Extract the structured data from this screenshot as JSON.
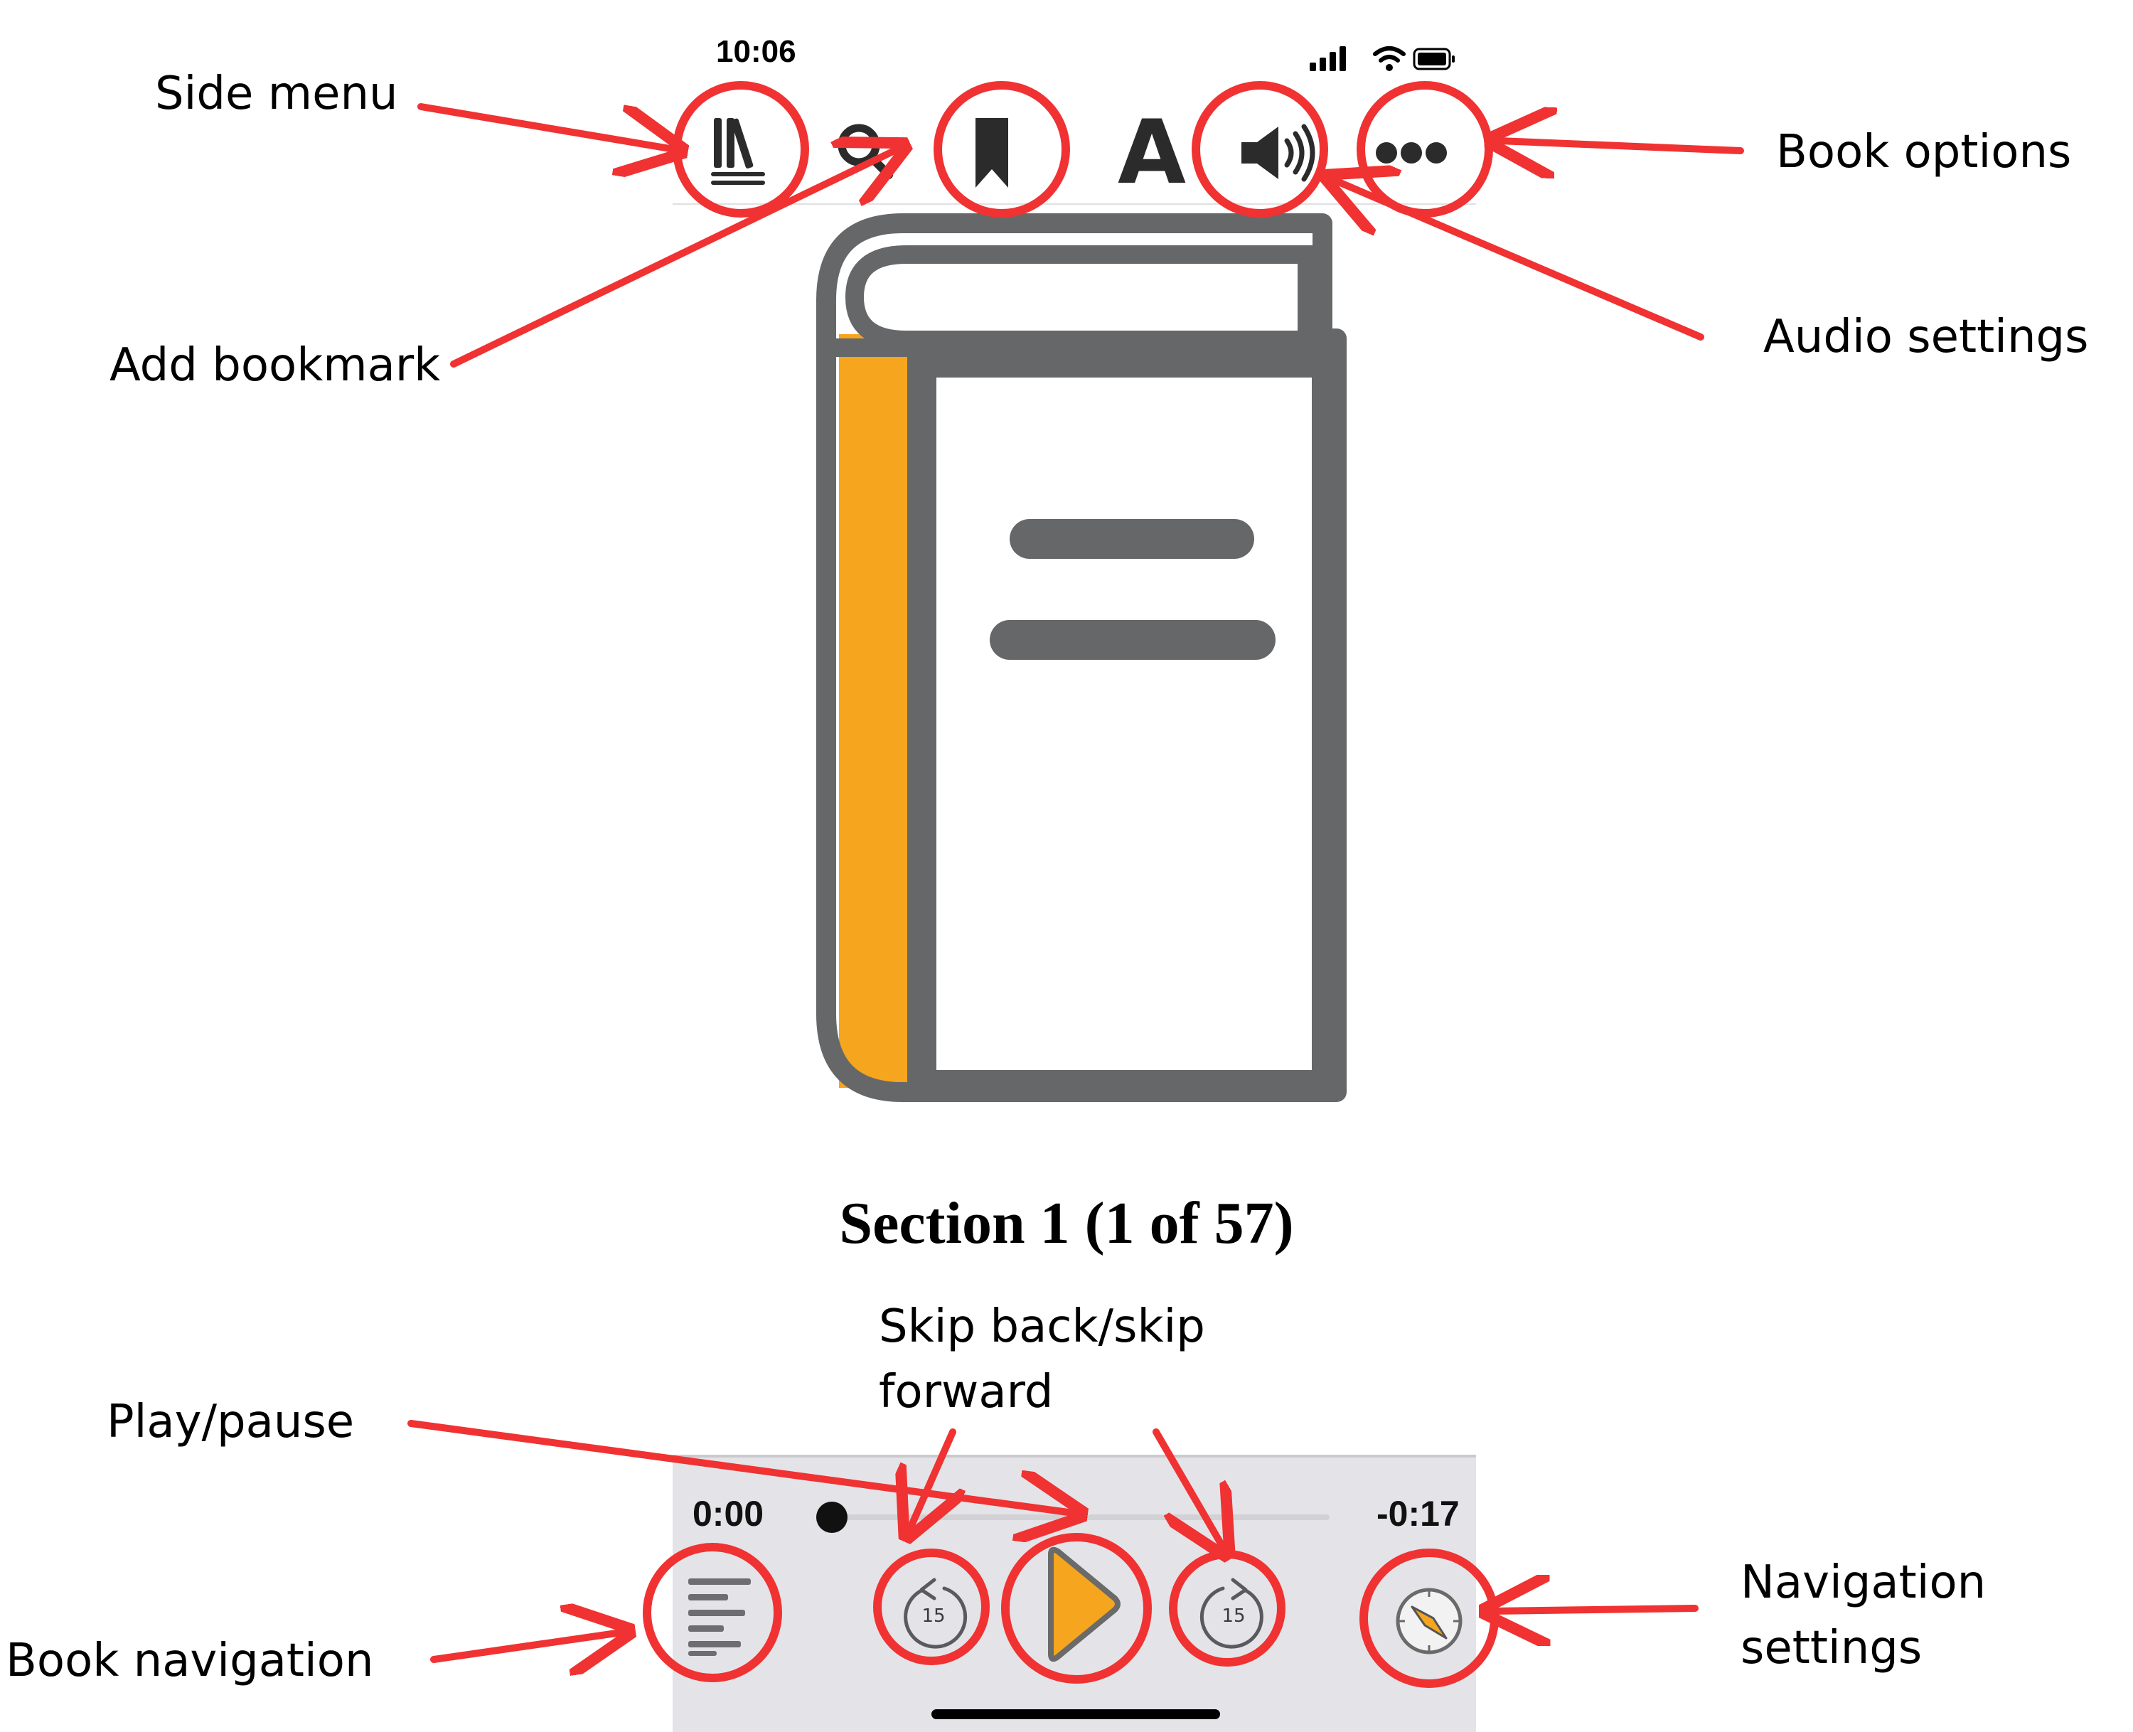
{
  "status_bar": {
    "time": "10:06"
  },
  "toolbar": {
    "icons": [
      "library-icon",
      "search-icon",
      "bookmark-icon",
      "font-icon",
      "speaker-icon",
      "more-icon"
    ],
    "font_glyph": "A"
  },
  "book": {
    "cover_color": "#f5a51e",
    "outline_color": "#666768"
  },
  "section": {
    "title": "Section 1 (1 of 57)"
  },
  "player": {
    "elapsed": "0:00",
    "remaining": "-0:17",
    "progress": 0,
    "skip_back_seconds": "15",
    "skip_forward_seconds": "15",
    "accent": "#f5a51e"
  },
  "annotations": {
    "side_menu": "Side menu",
    "add_bookmark": "Add bookmark",
    "book_options": "Book options",
    "audio_settings": "Audio settings",
    "skip_line1": "Skip back/skip",
    "skip_line2": "forward",
    "play_pause": "Play/pause",
    "book_navigation": "Book navigation",
    "navigation_settings_line1": "Navigation",
    "navigation_settings_line2": "settings",
    "marker_color": "#f03232"
  }
}
